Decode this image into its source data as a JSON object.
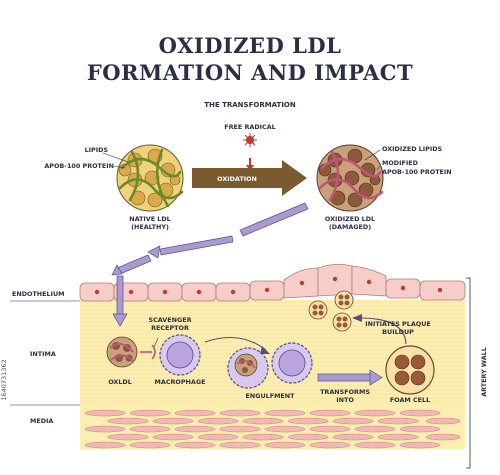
{
  "title_line1": "OXIDIZED LDL",
  "title_line2": "FORMATION AND IMPACT",
  "subtitle": "THE TRANSFORMATION",
  "labels": {
    "lipids": "LIPIDS",
    "apob_left": "APOB-100 PROTEIN",
    "free_radical": "FREE RADICAL",
    "oxidation": "OXIDATION",
    "oxidized_lipids": "OXIDIZED LIPIDS",
    "modified": "MODIFIED",
    "apob_right": "APOB-100 PROTEIN",
    "native_ldl_1": "NATIVE LDL",
    "native_ldl_2": "(HEALTHY)",
    "oxidized_ldl_1": "OXIDIZED LDL",
    "oxidized_ldl_2": "(DAMAGED)",
    "endothelium": "ENDOTHELIUM",
    "intima": "INTIMA",
    "media": "MEDIA",
    "artery_wall": "ARTERY WALL",
    "scavenger_1": "SCAVENGER",
    "scavenger_2": "RECEPTOR",
    "initiates_1": "INITIATES PLAQUE",
    "initiates_2": "BUILDUP",
    "oxldl": "OXLDL",
    "macrophage": "MACROPHAGE",
    "engulfment": "ENGULFMENT",
    "transforms_1": "TRANSFORMS",
    "transforms_2": "INTO",
    "foam_cell": "FOAM CELL"
  },
  "watermark": "1640731362",
  "colors": {
    "title": "#2b2f45",
    "arrow_brown": "#7a5a2e",
    "arrow_purple": "#a99bd0",
    "intima_fill": "#fbeeb0",
    "endothelium_fill": "#f6cdc8",
    "media_fill": "#f2c7c4",
    "macrophage": "#b9a4de"
  }
}
